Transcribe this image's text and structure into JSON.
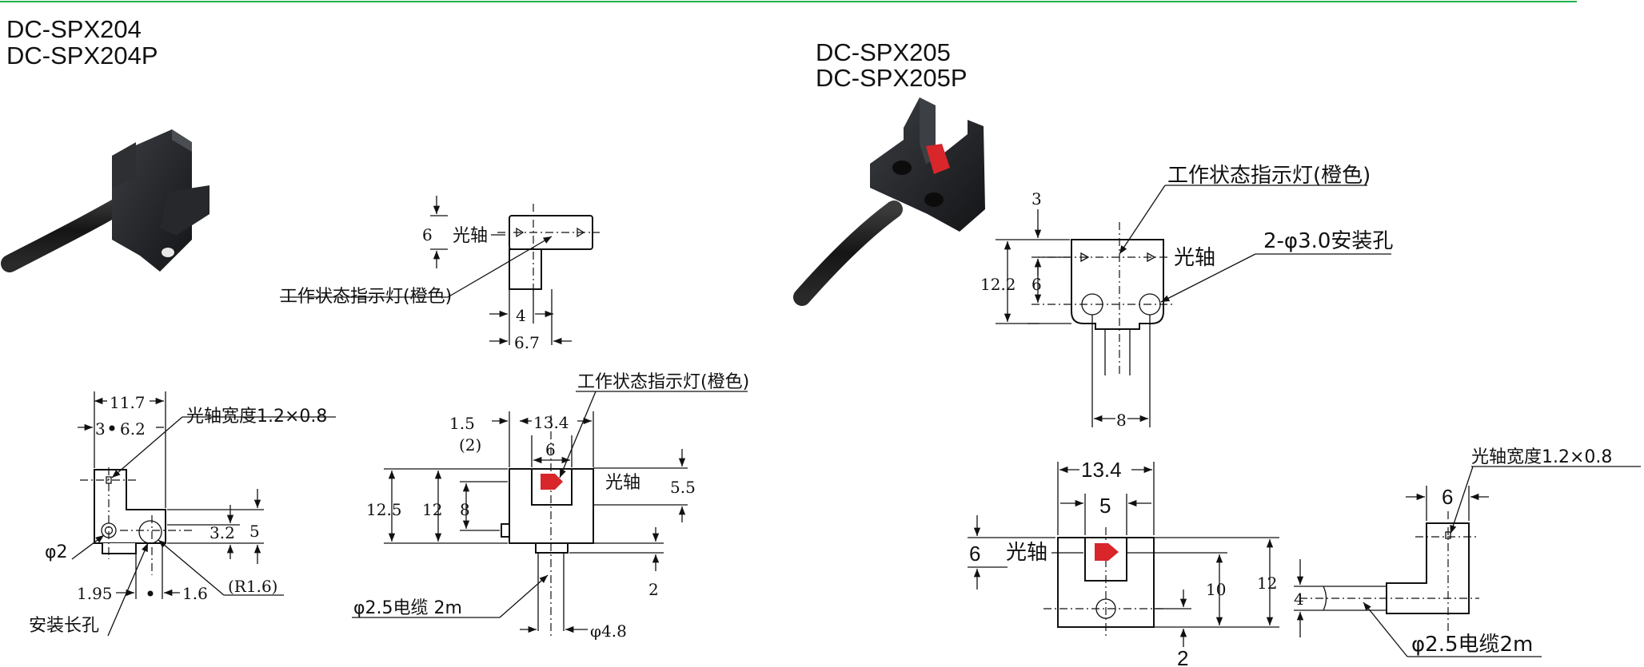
{
  "header": {
    "rule_color": "#22b14c"
  },
  "left_model": {
    "name_1": "DC-SPX204",
    "name_2": "DC-SPX204P"
  },
  "right_model": {
    "name_1": "DC-SPX205",
    "name_2": "DC-SPX205P"
  },
  "labels": {
    "indicator": "工作状态指示灯(橙色)",
    "optical_axis": "光轴",
    "axis_width": "光轴宽度1.2×0.8",
    "mount_hole": "安装长孔",
    "mount_holes_2": "2-φ3.0安装孔",
    "cable": "φ2.5电缆 2m",
    "cable_b": "φ2.5电缆2m",
    "phi2": "φ2"
  },
  "dims_204_top": {
    "d6": "6",
    "d4": "4",
    "d67": "6.7"
  },
  "dims_204_side": {
    "d117": "11.7",
    "d3": "3",
    "d62": "6.2",
    "d32": "3.2",
    "d5": "5",
    "d195": "1.95",
    "d16": "1.6",
    "r16": "(R1.6)"
  },
  "dims_204_front": {
    "d15": "1.5",
    "d134": "13.4",
    "d2p": "(2)",
    "d6": "6",
    "d125": "12.5",
    "d12": "12",
    "d8": "8",
    "d55": "5.5",
    "d2": "2",
    "phi48": "φ4.8"
  },
  "dims_205_top": {
    "d3": "3",
    "d122": "12.2",
    "d6": "6",
    "d8": "8"
  },
  "dims_205_front": {
    "d134": "13.4",
    "d5": "5",
    "d6": "6",
    "d10": "10",
    "d12": "12",
    "d2": "2"
  },
  "dims_205_side": {
    "d6": "6",
    "d4": "4"
  },
  "colors": {
    "indicator_red": "#d8262a",
    "sensor_body": "#1b1d20",
    "rule": "#22b14c"
  }
}
